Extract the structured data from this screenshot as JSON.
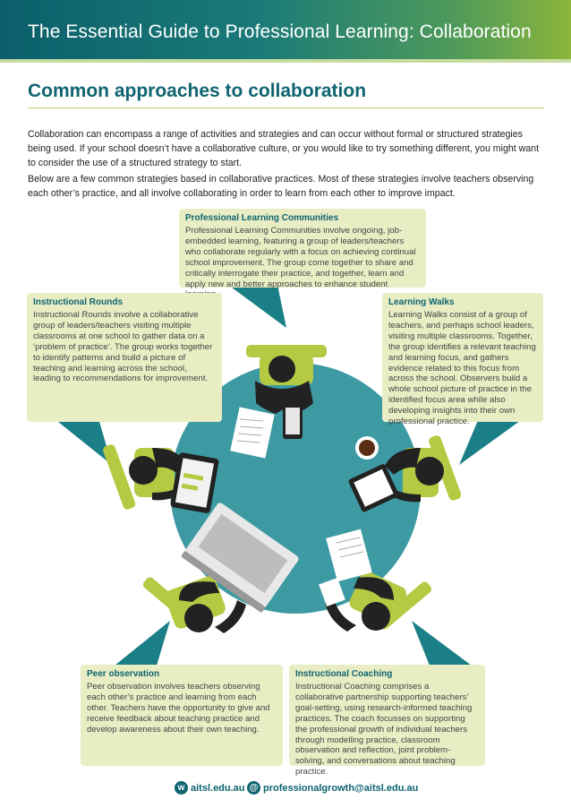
{
  "header": {
    "title": "The Essential Guide to Professional Learning: Collaboration"
  },
  "section": {
    "title": "Common approaches to collaboration",
    "intro_1": "Collaboration can encompass a range of activities and strategies and can occur without formal or structured strategies being used. If your school doesn’t have a collaborative culture, or you would like to try something different, you might want to consider the use of a structured strategy to start.",
    "intro_2": "Below are a few common strategies based in collaborative practices. Most of these strategies involve teachers observing each other’s practice, and all involve collaborating in order to learn from each other to improve impact."
  },
  "cards": {
    "plc": {
      "title": "Professional Learning Communities",
      "body": "Professional Learning Communities involve ongoing, job-embedded learning, featuring a group of leaders/teachers who collaborate regularly with a focus on achieving continual school improvement. The group come together to share and critically interrogate their practice, and together, learn and apply new and better approaches to enhance student learning."
    },
    "rounds": {
      "title": "Instructional Rounds",
      "body": "Instructional Rounds involve a collaborative group of leaders/teachers visiting multiple classrooms at one school to gather data on a ‘problem of practice’. The group works together to identify patterns and build a picture of teaching and learning across the school, leading to recommendations for improvement."
    },
    "walks": {
      "title": "Learning Walks",
      "body": "Learning Walks consist of a group of teachers, and perhaps school leaders, visiting multiple classrooms. Together, the group identifies a relevant teaching and learning focus, and gathers evidence related to this focus from across the school. Observers build a whole school picture of practice in the identified focus area while also developing insights into their own professional practice."
    },
    "peer": {
      "title": "Peer observation",
      "body": "Peer observation involves teachers observing each other’s practice and learning from each other. Teachers have the opportunity to give and receive feedback about teaching practice and develop awareness about their own teaching."
    },
    "coaching": {
      "title": "Instructional Coaching",
      "body": "Instructional Coaching comprises a collaborative partnership supporting teachers’ goal-setting, using research-informed teaching practices. The coach focusses on supporting the professional growth of individual teachers through modelling practice, classroom observation and reflection, joint problem-solving, and conversations about teaching practice."
    }
  },
  "footer": {
    "web_icon": "w",
    "web": "aitsl.edu.au",
    "email_icon": "@",
    "email": "professionalgrowth@aitsl.edu.au"
  },
  "colors": {
    "teal": "#0f6470",
    "table": "#3d9aa3",
    "card": "#e8edc4",
    "chair": "#b5c943",
    "person": "#222222"
  },
  "illustration": {
    "icons": [
      "round-table",
      "person-at-table",
      "chair",
      "tablet",
      "notebook",
      "laptop",
      "coffee-cup",
      "paper-sheet",
      "clipboard",
      "phone"
    ]
  }
}
